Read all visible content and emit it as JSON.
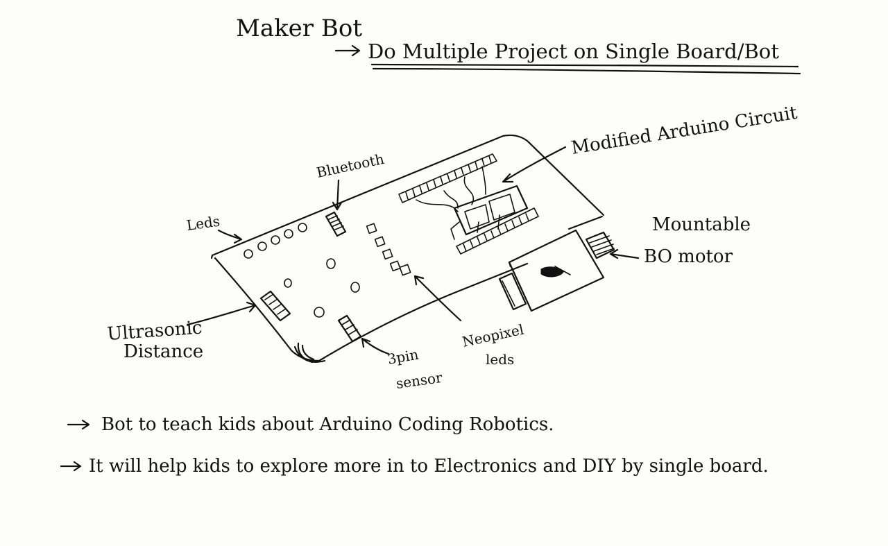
{
  "title": "Maker Bot",
  "subtitle": "Do Multiple Project on Single Board/Bot",
  "labels": {
    "modified_circuit": "Modified Arduino Circuit",
    "bluetooth": "Bluetooth",
    "leds": "Leds",
    "mountable": "Mountable",
    "bo_motor": "BO motor",
    "ultrasonic": "Ultrasonic",
    "distance": "Distance",
    "three_pin": "3pin",
    "sensor": "sensor",
    "neopixel": "Neopixel",
    "neopixel_leds": "leds"
  },
  "bullets": [
    "Bot to teach kids about Arduino Coding Robotics.",
    "It will help kids to explore more in to Electronics and DIY by single board."
  ],
  "colors": {
    "ink": "#111111",
    "paper": "#fdfdfc"
  }
}
